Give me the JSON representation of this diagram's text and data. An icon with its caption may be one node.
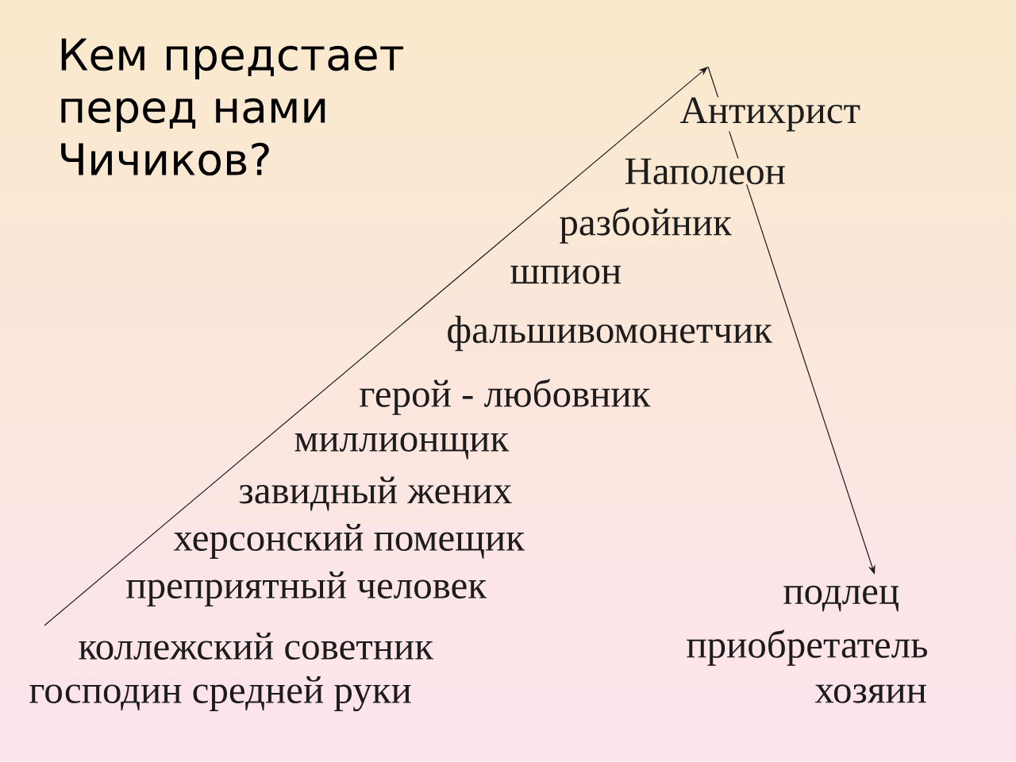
{
  "diagram": {
    "title": "Кем предстает перед нами Чичиков?",
    "labels": [
      "Антихрист",
      "Наполеон",
      "разбойник",
      "шпион",
      "фальшивомонетчик",
      "герой - любовник",
      "миллионщик",
      "завидный жених",
      "херсонский помещик",
      "преприятный человек",
      "подлец",
      "коллежский советник",
      "приобретатель",
      "господин средней руки",
      "хозяин"
    ]
  }
}
